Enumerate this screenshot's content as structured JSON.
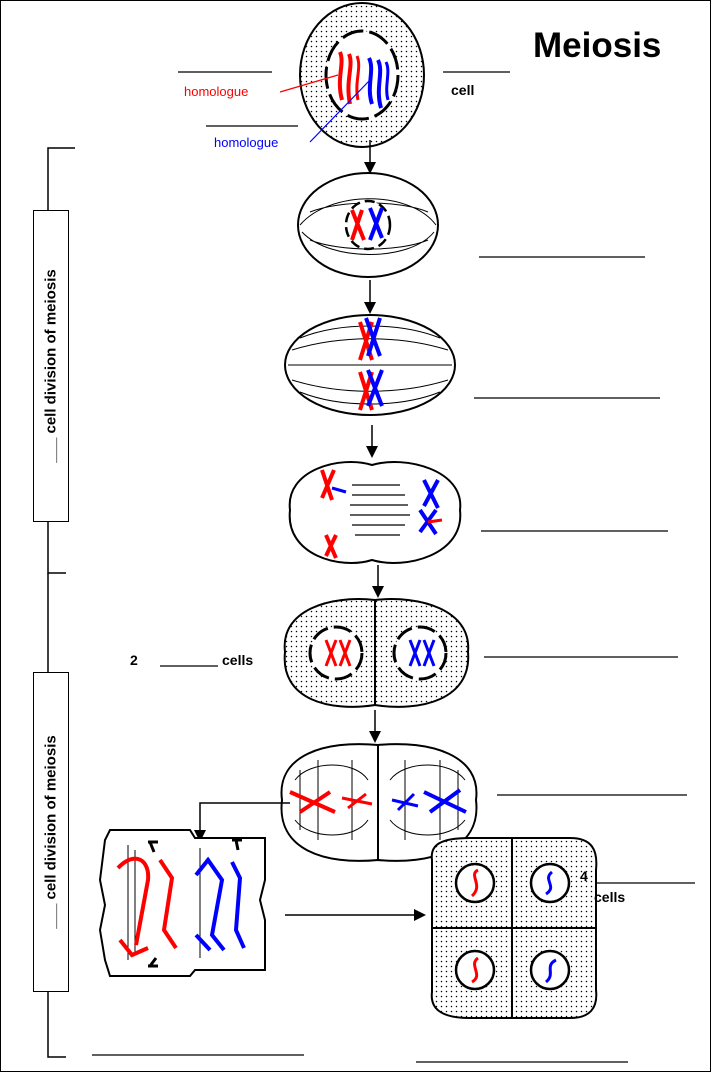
{
  "title": "Meiosis",
  "labels": {
    "homologue_red": "homologue",
    "homologue_blue": "homologue",
    "cell": "cell",
    "two_cells_prefix": "2",
    "two_cells_suffix": "cells",
    "four_cells_prefix": "4",
    "four_cells_suffix": "cells"
  },
  "side_labels": {
    "first_division": "___ cell division of meiosis",
    "second_division": "___ cell division of meiosis"
  },
  "colors": {
    "homologue_1": "#ff0000",
    "homologue_2": "#0000ff",
    "outline": "#000000"
  }
}
